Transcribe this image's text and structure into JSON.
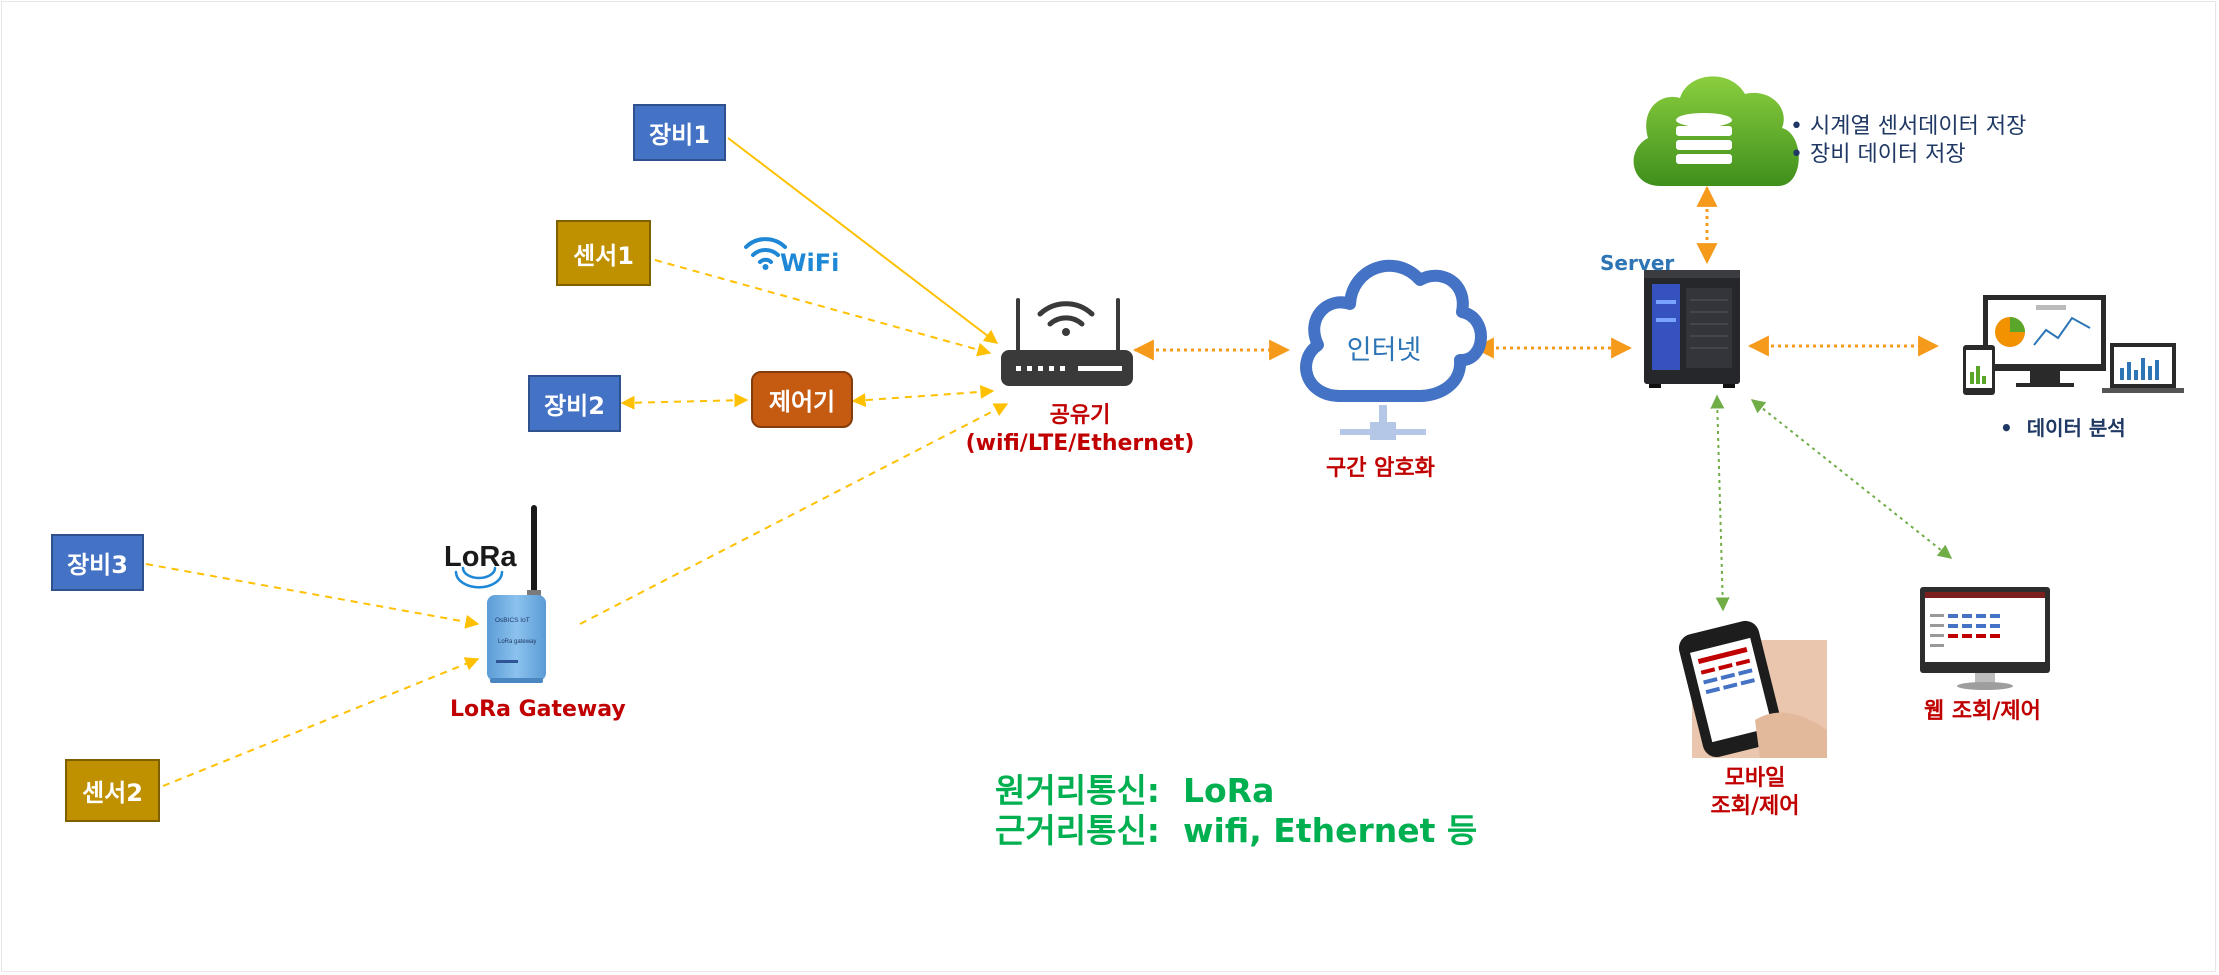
{
  "nodes": {
    "device1": "장비1",
    "sensor1": "센서1",
    "device2": "장비2",
    "controller": "제어기",
    "device3": "장비3",
    "sensor2": "센서2"
  },
  "labels": {
    "wifi": "WiFi",
    "lora_logo": "LoRa",
    "lora_gateway": "LoRa Gateway",
    "router_line1": "공유기",
    "router_line2": "(wifi/LTE/Ethernet)",
    "internet": "인터넷",
    "encryption": "구간 암호화",
    "server": "Server",
    "storage_bullets": [
      "시계열 센서데이터 저장",
      "장비 데이터 저장"
    ],
    "analysis": "데이터 분석",
    "mobile_line1": "모바일",
    "mobile_line2": "조회/제어",
    "web": "웹 조회/제어",
    "device_brand": "OsBICS IoT",
    "device_model": "LoRa gateway"
  },
  "summary": {
    "long_range_label": "원거리통신:",
    "long_range_value": "LoRa",
    "short_range_label": "근거리통신:",
    "short_range_value": "wifi, Ethernet 등"
  },
  "colors": {
    "device_box": "#4472c4",
    "sensor_box": "#bf9000",
    "controller_box": "#c55a11",
    "label_red": "#c00000",
    "arrow_yellow": "#ffc000",
    "arrow_orange": "#f59a1b",
    "arrow_green": "#70ad47",
    "cloud_blue": "#4472c4",
    "db_green": "#5aa62a",
    "summary_green": "#00b050"
  }
}
